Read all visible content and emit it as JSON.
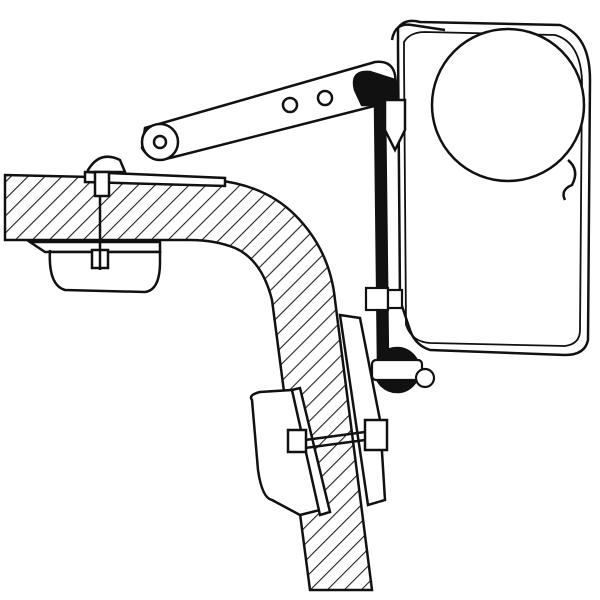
{
  "diagram": {
    "colors": {
      "line": "#111111",
      "background": "#ffffff",
      "hatch": "#222222"
    },
    "parts": [
      "roof-section",
      "awning-cassette",
      "awning-roller",
      "mounting-arm",
      "wall-bracket",
      "roof-clamp",
      "wall-clamp",
      "bolt"
    ]
  }
}
